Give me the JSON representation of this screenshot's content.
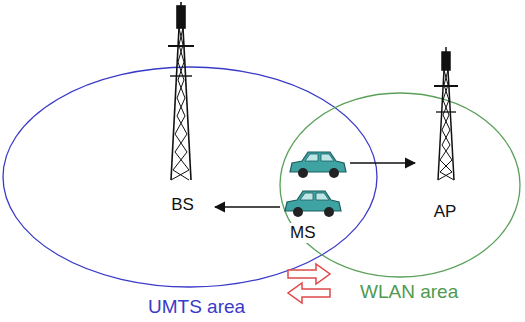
{
  "diagram": {
    "nodes": [
      {
        "text": [
          "BS"
        ]
      },
      {
        "text": [
          "MS"
        ]
      },
      {
        "text": [
          "AP"
        ]
      }
    ],
    "edges": [
      {
        "from": 1,
        "to": 2,
        "arrow": "to"
      },
      {
        "from": 1,
        "to": 0,
        "arrow": "to"
      }
    ],
    "labels": [
      "UMTS area",
      "WLAN area"
    ]
  }
}
